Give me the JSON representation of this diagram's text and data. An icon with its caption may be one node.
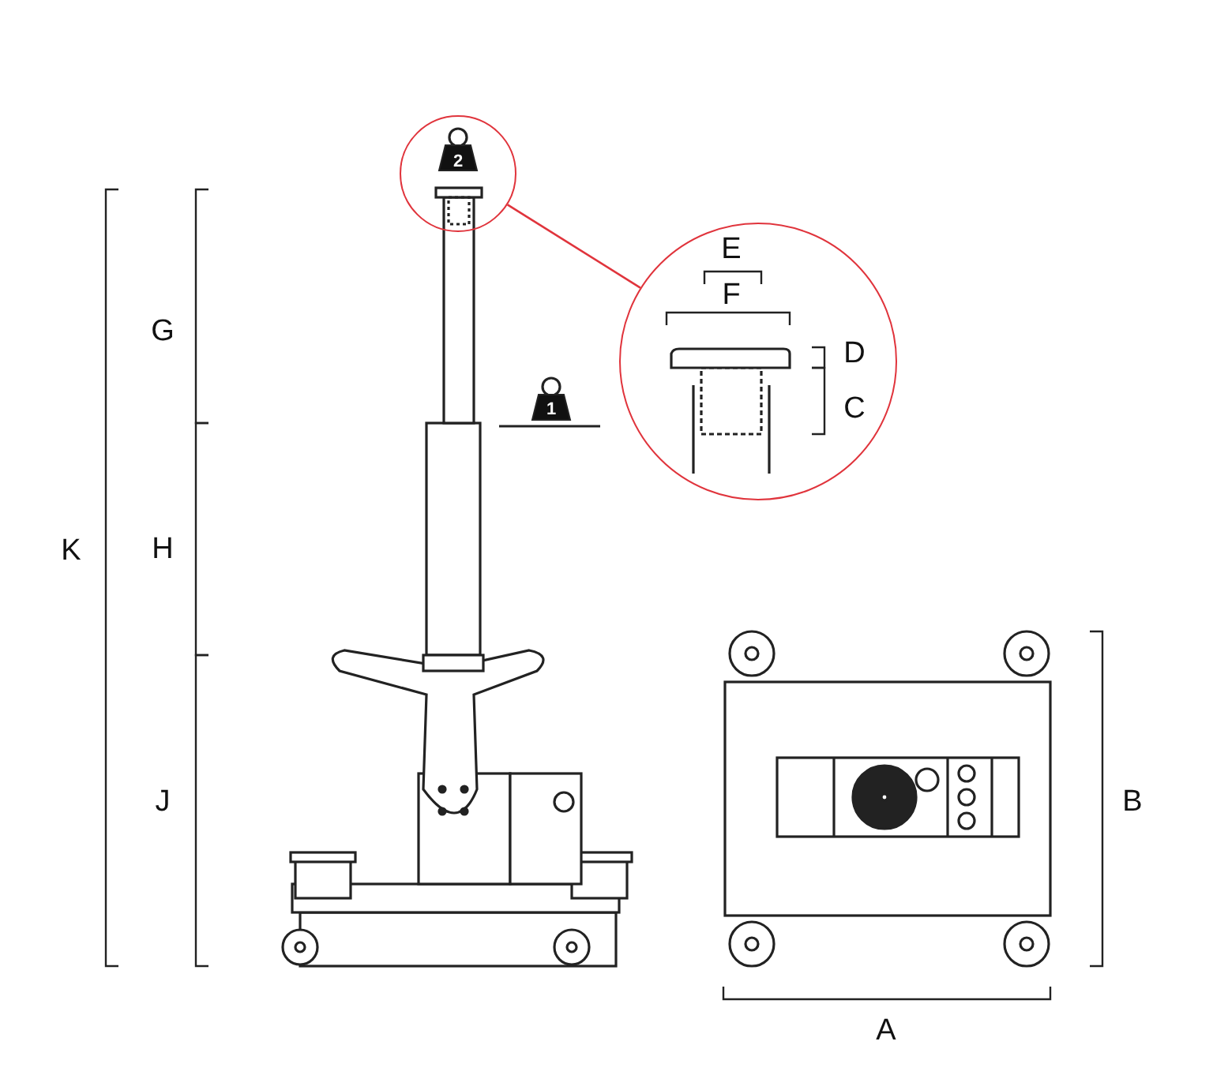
{
  "diagram": {
    "nodes": [
      {
        "text": [],
        "shape": "circle"
      },
      {
        "text": [],
        "shape": "circle"
      }
    ],
    "edges": [
      {
        "from": 0,
        "to": 1,
        "arrow": "none",
        "color": "#e0343c"
      }
    ],
    "labels": [
      "2",
      "E",
      "F",
      "G",
      "D",
      "1",
      "C",
      "H",
      "K",
      "J",
      "B",
      "A"
    ]
  }
}
